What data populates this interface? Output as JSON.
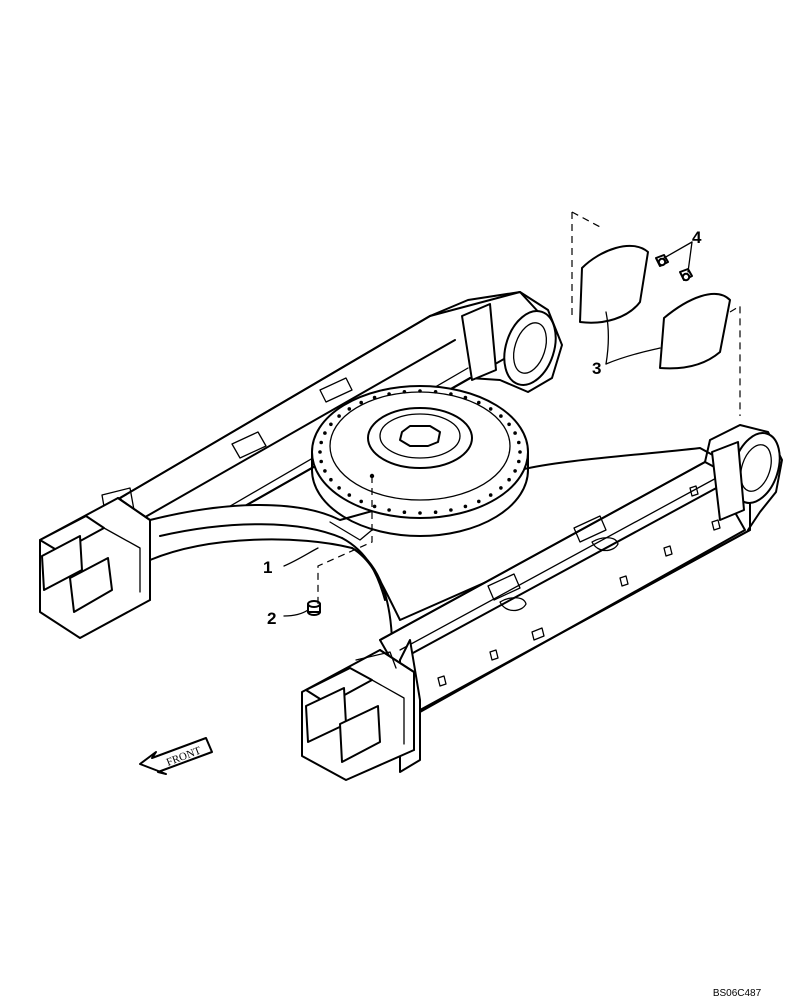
{
  "callouts": {
    "c1": "1",
    "c2": "2",
    "c3": "3",
    "c4": "4"
  },
  "front_label": "FRONT",
  "drawing_code": "BS06C487"
}
